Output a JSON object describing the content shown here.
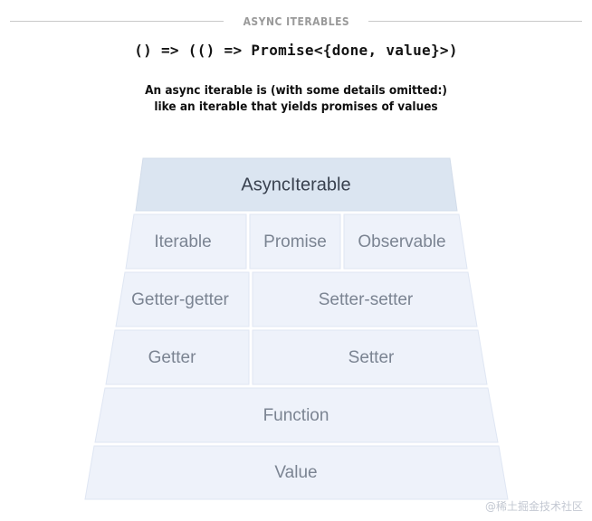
{
  "header": {
    "kicker": "ASYNC ITERABLES"
  },
  "signature": {
    "code": "() => (() => Promise<{done, value}>)"
  },
  "description": {
    "line1": "An async iterable is (with some details omitted:)",
    "line2": "like an iterable that yields promises of values"
  },
  "pyramid": {
    "tiers": [
      {
        "level": 1,
        "cells": [
          {
            "label": "AsyncIterable"
          }
        ]
      },
      {
        "level": 2,
        "cells": [
          {
            "label": "Iterable"
          },
          {
            "label": "Promise"
          },
          {
            "label": "Observable"
          }
        ]
      },
      {
        "level": 3,
        "cells": [
          {
            "label": "Getter-getter"
          },
          {
            "label": "Setter-setter"
          }
        ]
      },
      {
        "level": 4,
        "cells": [
          {
            "label": "Getter"
          },
          {
            "label": "Setter"
          }
        ]
      },
      {
        "level": 5,
        "cells": [
          {
            "label": "Function"
          }
        ]
      },
      {
        "level": 6,
        "cells": [
          {
            "label": "Value"
          }
        ]
      }
    ]
  },
  "watermark": {
    "text": "@稀土掘金技术社区"
  },
  "colors": {
    "apex_fill": "#dbe5f1",
    "tier_fill": "#eef2fa",
    "tier_stroke": "#dfe6f3",
    "apex_text": "#39414f",
    "tier_text": "#7b8492",
    "kicker_text": "#9a9a9a",
    "rule": "#c9c9c9",
    "watermark_text": "#c3c8d2",
    "background": "#ffffff"
  }
}
